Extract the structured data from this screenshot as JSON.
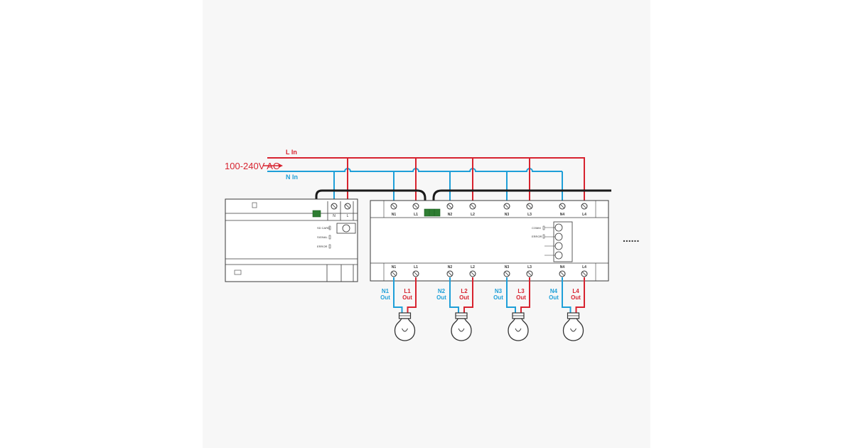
{
  "colors": {
    "live": "#d7232f",
    "neutral": "#1e9fd8",
    "device": "#3a3a3a",
    "bus": "#1a1a1a",
    "connector": "#2e7d32",
    "panel_bg": "#f6f6f6"
  },
  "supply": {
    "voltage_label": "100-240V AC",
    "l_in_label": "L In",
    "n_in_label": "N In"
  },
  "gateway": {
    "terminal_n_label": "N",
    "terminal_l_label": "L",
    "indicators": [
      "SD CARD",
      "SIGNAL",
      "ERROR"
    ]
  },
  "relay_module": {
    "indicators": [
      "COMM",
      "ERROR"
    ],
    "channels": [
      {
        "n_label": "N1",
        "l_label": "L1",
        "n_out": [
          "N1",
          "Out"
        ],
        "l_out": [
          "L1",
          "Out"
        ]
      },
      {
        "n_label": "N2",
        "l_label": "L2",
        "n_out": [
          "N2",
          "Out"
        ],
        "l_out": [
          "L2",
          "Out"
        ]
      },
      {
        "n_label": "N3",
        "l_label": "L3",
        "n_out": [
          "N3",
          "Out"
        ],
        "l_out": [
          "L3",
          "Out"
        ]
      },
      {
        "n_label": "N4",
        "l_label": "L4",
        "n_out": [
          "N4",
          "Out"
        ],
        "l_out": [
          "L4",
          "Out"
        ]
      }
    ]
  },
  "continuation": "......",
  "icons": [
    "bulb-icon",
    "connector-icon",
    "led-icon"
  ]
}
